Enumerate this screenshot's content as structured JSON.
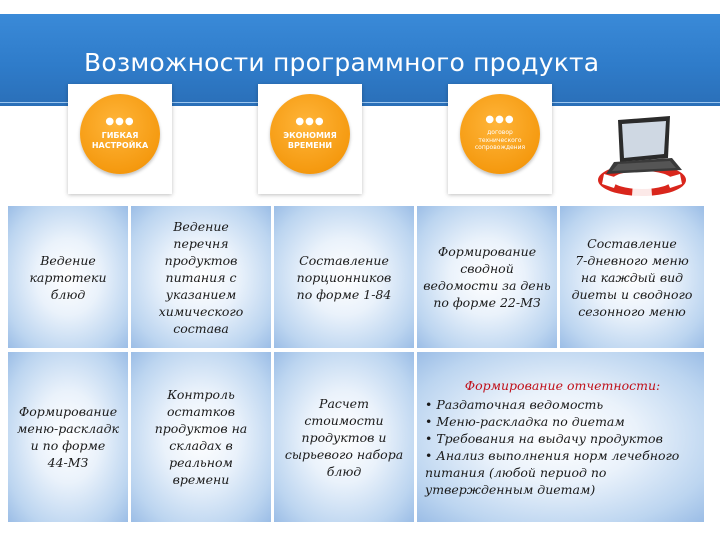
{
  "title": "Возможности программного продукта",
  "cards": [
    {
      "label": "ГИБКАЯ\nНАСТРОЙКА",
      "icon": "three-dots-icon"
    },
    {
      "label": "ЭКОНОМИЯ\nВРЕМЕНИ",
      "icon": "three-dots-icon"
    },
    {
      "label": "договор\nтехнического\nсопровождения",
      "icon": "three-dots-icon"
    }
  ],
  "laptop_icon": "laptop-lifebuoy-icon",
  "colors": {
    "header": "#2f7cca",
    "accent_orange": "#f59a10",
    "report_title": "#c0101a"
  },
  "cells": [
    "Ведение\nкартотеки\nблюд",
    "Ведение\nперечня\nпродуктов\nпитания с\nуказанием\nхимического\nсостава",
    "Составление\nпорционников\nпо форме 1-84",
    "Формирование\nсводной\nведомости за день\nпо форме 22-МЗ",
    "Составление\n7-дневного меню\nна каждый вид\nдиеты и сводного\nсезонного меню",
    "Формирование\nменю-раскладк\nи по форме\n44-МЗ",
    "Контроль\nостатков\nпродуктов на\nскладах в\nреальном\nвремени",
    "Расчет\nстоимости\nпродуктов и\nсырьевого набора\nблюд"
  ],
  "report": {
    "title": "Формирование отчетности:",
    "items": [
      "• Раздаточная ведомость",
      "• Меню-раскладка по диетам",
      "• Требования на выдачу продуктов",
      "• Анализ выполнения норм лечебного\nпитания (любой период по\nутвержденным диетам)"
    ]
  }
}
